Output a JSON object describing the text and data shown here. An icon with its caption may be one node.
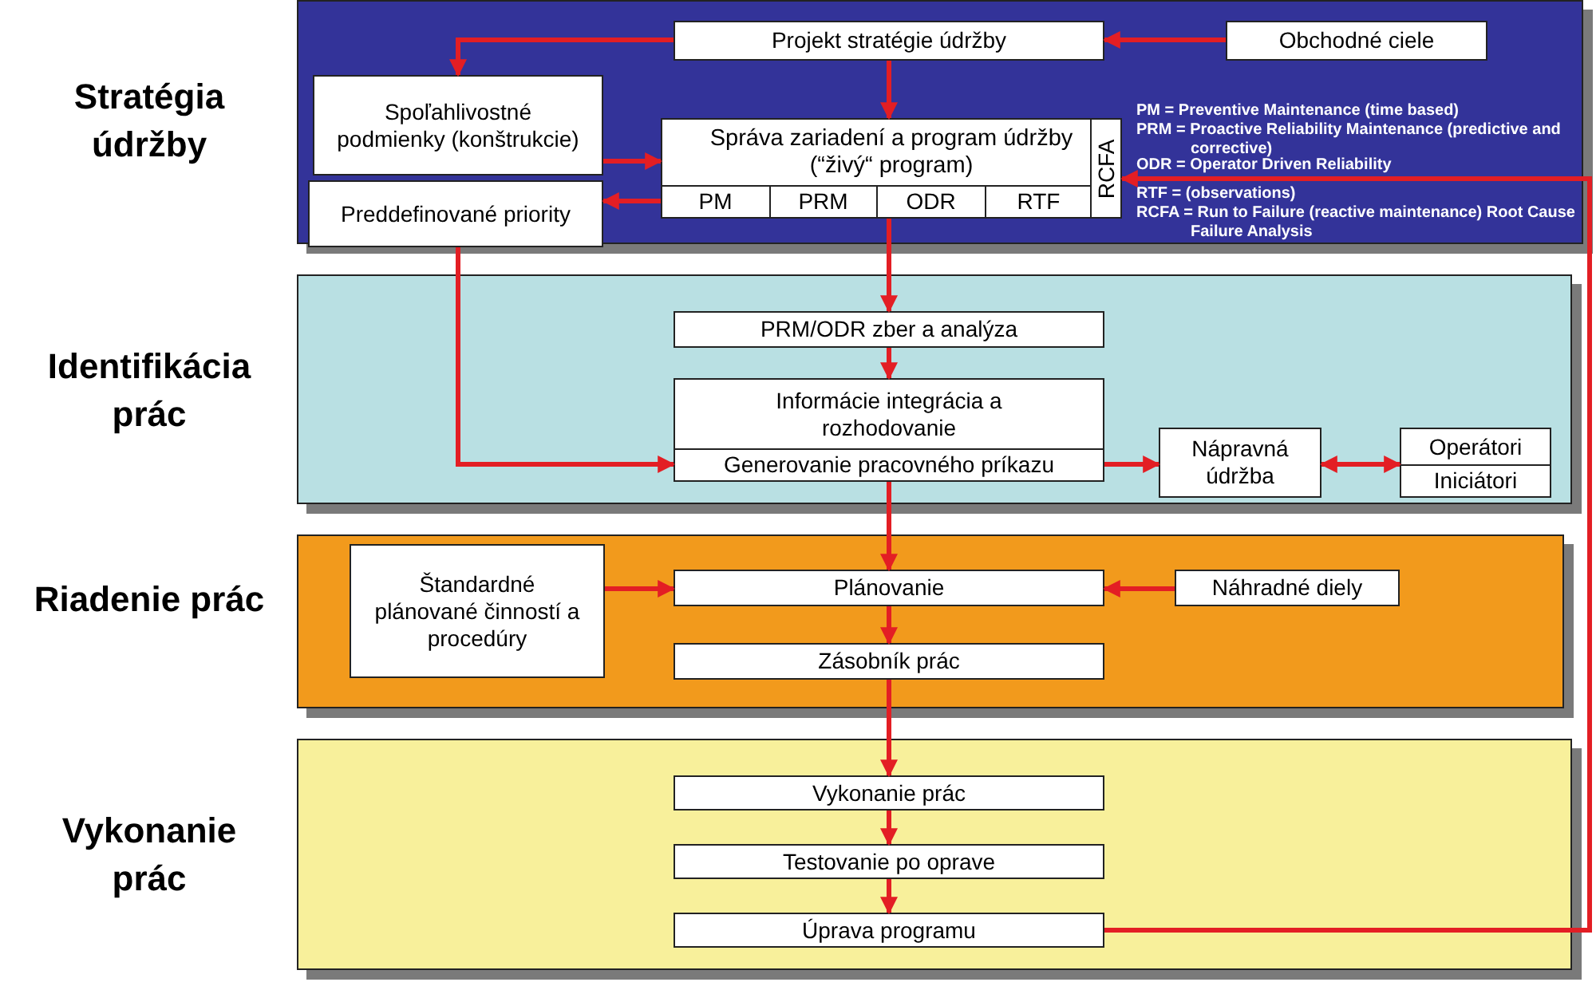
{
  "diagram": {
    "nodes": [
      {
        "text": [
          "Stratégia údržby"
        ]
      },
      {
        "text": [
          "Projekt stratégie údržby"
        ],
        "in": 0
      },
      {
        "text": [
          "Obchodné ciele"
        ],
        "in": 0
      },
      {
        "text": [
          "Spoľahlivostné podmienky (konštrukcie)"
        ],
        "in": 0
      },
      {
        "text": [
          "Správa zariadení a program údržby (“živý“ program)",
          "PM",
          "PRM",
          "ODR",
          "RTF",
          "RCFA"
        ],
        "in": 0
      },
      {
        "text": [
          "Preddefinované priority"
        ],
        "in": 0
      },
      {
        "text": [
          "Identifikácia prác"
        ]
      },
      {
        "text": [
          "PRM/ODR zber a analýza"
        ],
        "in": 6
      },
      {
        "text": [
          "Informácie integrácia a rozhodovanie",
          "Generovanie pracovného príkazu"
        ],
        "in": 6
      },
      {
        "text": [
          "Nápravná údržba"
        ],
        "in": 6
      },
      {
        "text": [
          "Operátori",
          "Iniciátori"
        ],
        "in": 6
      },
      {
        "text": [
          "Riadenie prác"
        ]
      },
      {
        "text": [
          "Štandardné plánované činností a procedúry"
        ],
        "in": 11
      },
      {
        "text": [
          "Plánovanie"
        ],
        "in": 11
      },
      {
        "text": [
          "Náhradné diely"
        ],
        "in": 11
      },
      {
        "text": [
          "Zásobník prác"
        ],
        "in": 11
      },
      {
        "text": [
          "Vykonanie prác"
        ]
      },
      {
        "text": [
          "Vykonanie prác"
        ],
        "in": 16
      },
      {
        "text": [
          "Testovanie po oprave"
        ],
        "in": 16
      },
      {
        "text": [
          "Úprava programu"
        ],
        "in": 16
      }
    ],
    "edges": [
      {
        "from": 1,
        "to": 3,
        "arrow": "to"
      },
      {
        "from": 2,
        "to": 1,
        "arrow": "to"
      },
      {
        "from": 1,
        "to": 4,
        "arrow": "to"
      },
      {
        "from": 3,
        "to": 4,
        "arrow": "to"
      },
      {
        "from": 4,
        "to": 5,
        "arrow": "to"
      },
      {
        "from": 5,
        "to": 8,
        "arrow": "to"
      },
      {
        "from": 4,
        "to": 7,
        "arrow": "to"
      },
      {
        "from": 7,
        "to": 8,
        "arrow": "to"
      },
      {
        "from": 8,
        "to": 9,
        "arrow": "to"
      },
      {
        "from": 9,
        "to": 10,
        "arrow": "both"
      },
      {
        "from": 8,
        "to": 13,
        "arrow": "to"
      },
      {
        "from": 12,
        "to": 13,
        "arrow": "to"
      },
      {
        "from": 14,
        "to": 13,
        "arrow": "to"
      },
      {
        "from": 13,
        "to": 15,
        "arrow": "to"
      },
      {
        "from": 15,
        "to": 17,
        "arrow": "to"
      },
      {
        "from": 17,
        "to": 18,
        "arrow": "to"
      },
      {
        "from": 18,
        "to": 19,
        "arrow": "to"
      },
      {
        "from": 19,
        "to": 4,
        "arrow": "to"
      }
    ],
    "labels": [
      "PM = Preventive Maintenance (time based)",
      "PRM = Proactive Reliability Maintenance (predictive and corrective)",
      "ODR = Operator Driven Reliability",
      "RTF = (observations)",
      "RCFA = Run to Failure (reactive maintenance) Root Cause Failure Analysis"
    ]
  }
}
